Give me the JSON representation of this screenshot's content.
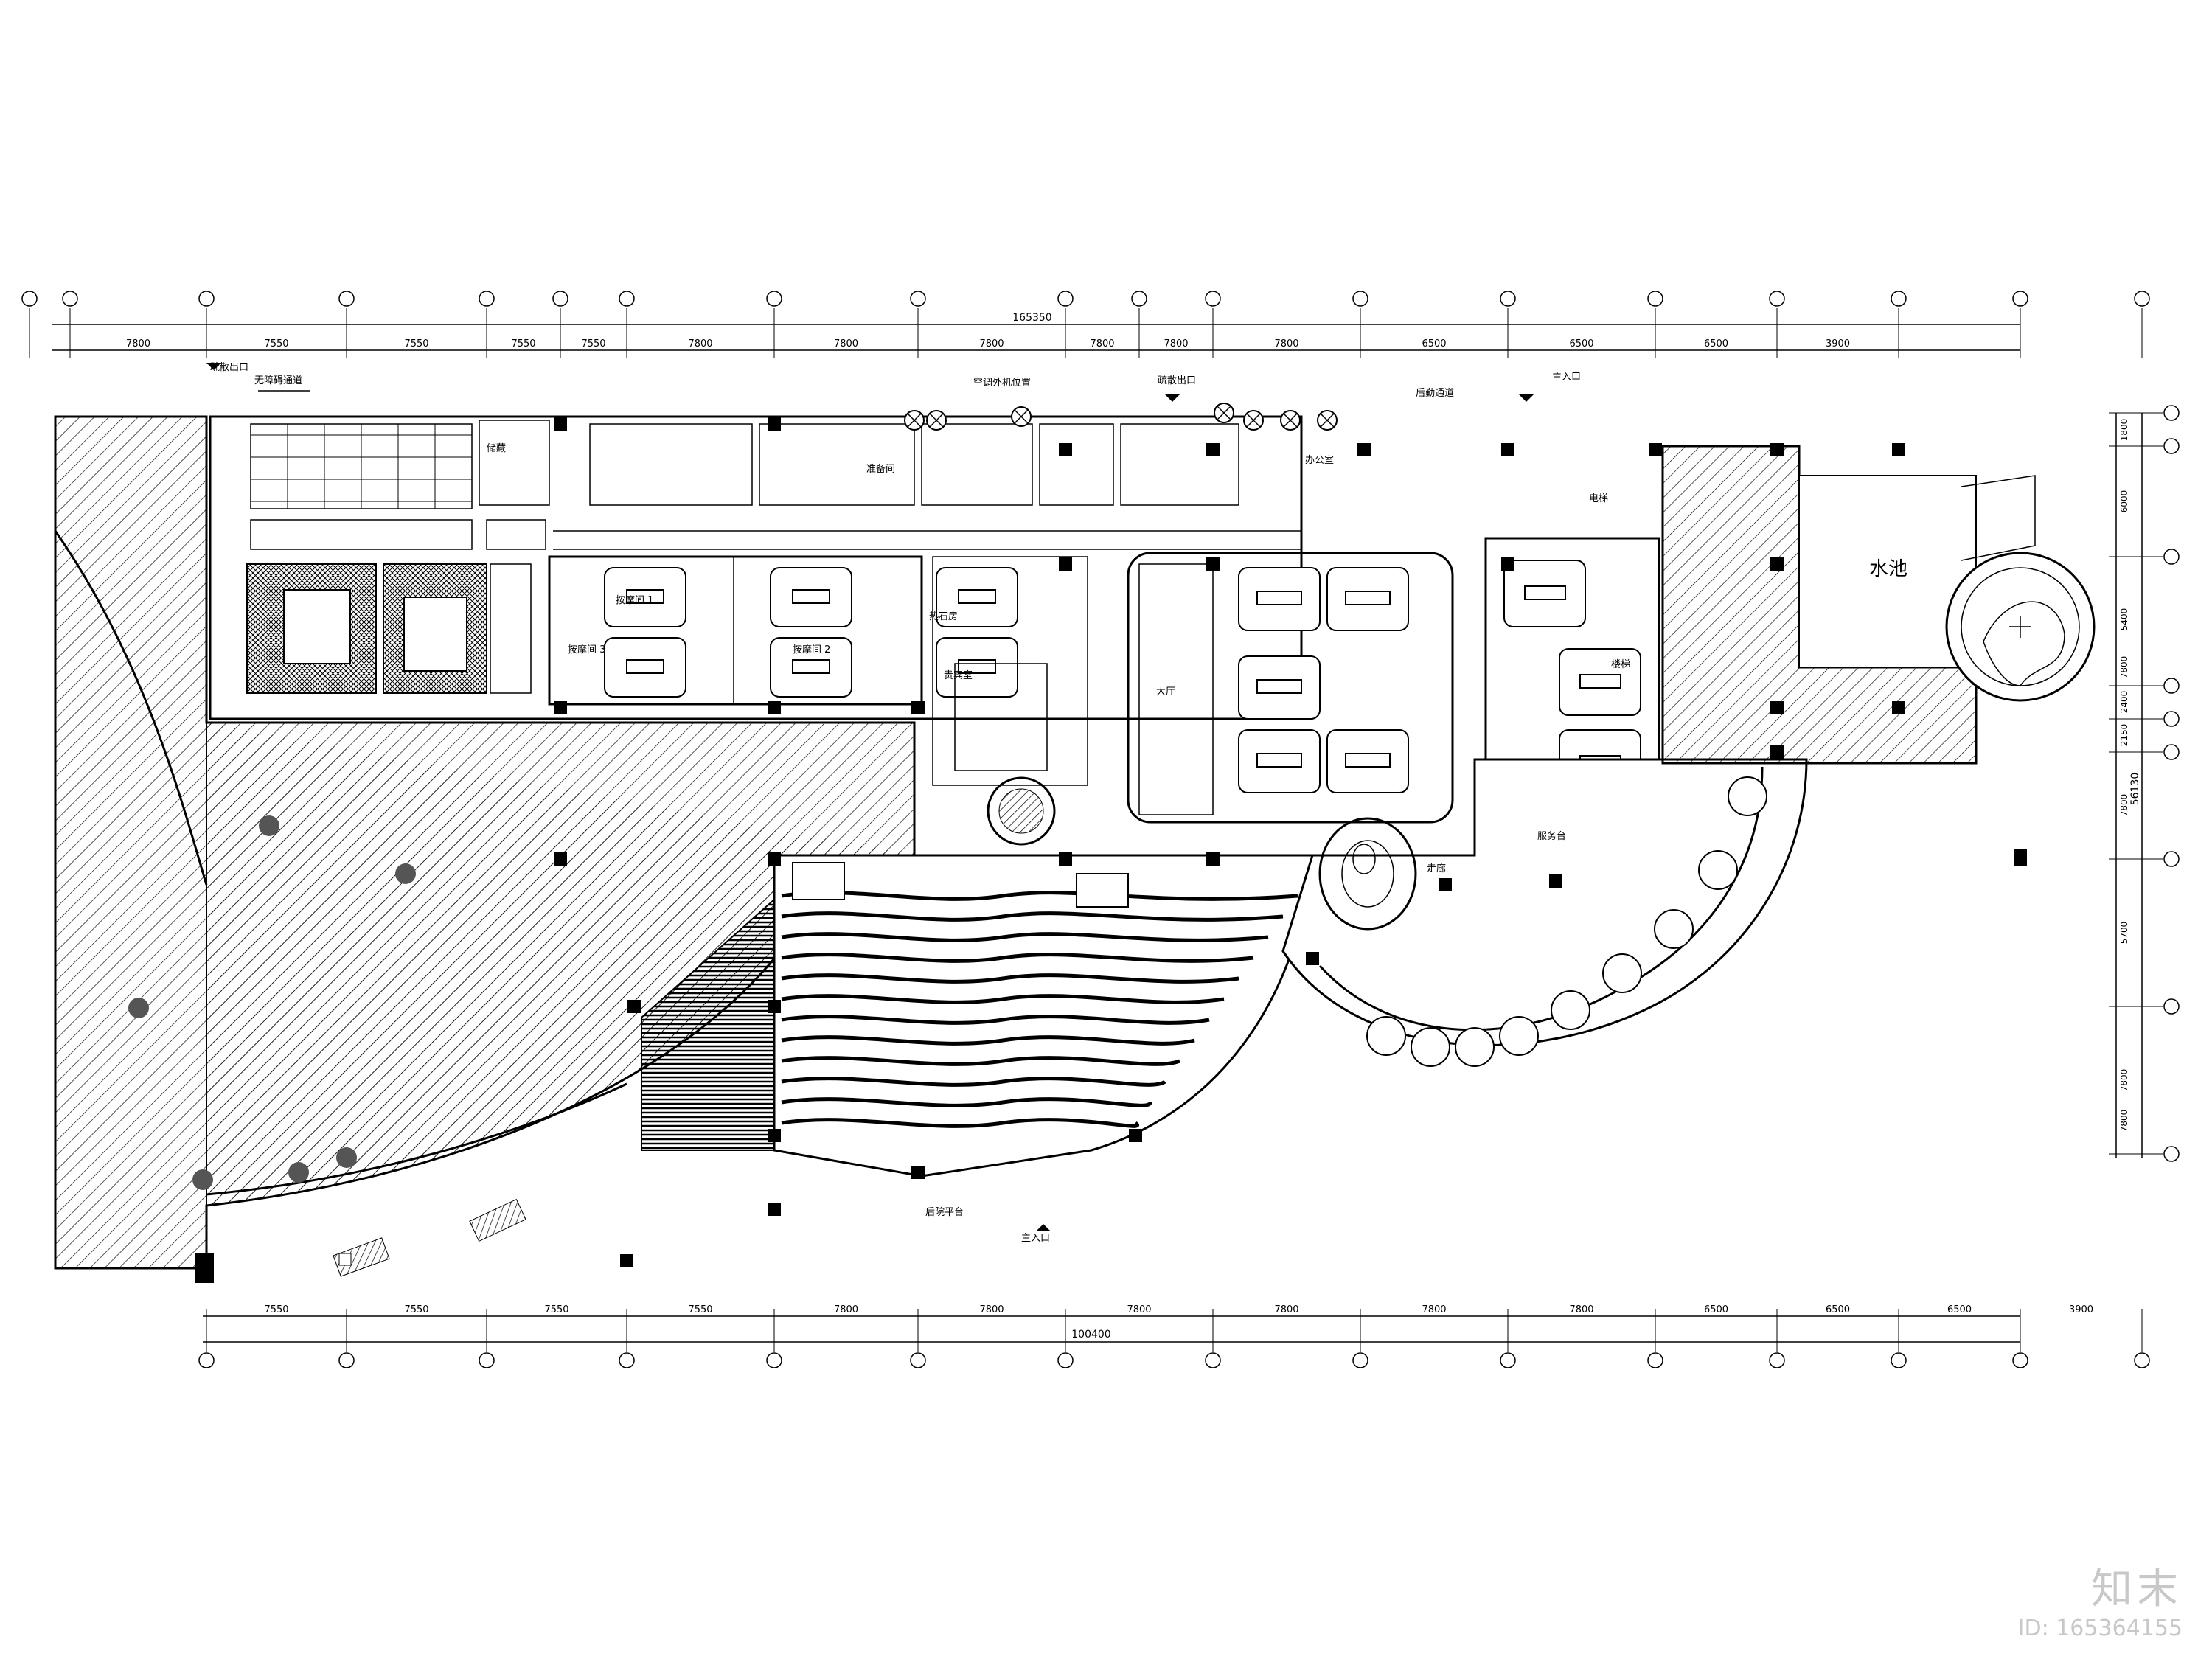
{
  "drawing": {
    "total_top": "165350",
    "total_bottom": "100400",
    "dims_top": [
      "7800",
      "7550",
      "7550",
      "7550",
      "7550",
      "7800",
      "7800",
      "7800",
      "7800",
      "7800",
      "7800",
      "6500",
      "6500",
      "6500",
      "3900"
    ],
    "dims_bottom": [
      "7550",
      "7550",
      "7550",
      "7550",
      "7800",
      "7800",
      "7800",
      "7800",
      "7800",
      "7800",
      "6500",
      "6500",
      "6500",
      "3900"
    ],
    "dims_right": [
      "1800",
      "6000",
      "5400",
      "7800",
      "2400",
      "2150",
      "7800",
      "5700",
      "7800",
      "7800"
    ],
    "total_right": "56130"
  },
  "labels": {
    "entry1": "疏散出口",
    "corridor": "无障碍通道",
    "hvac_platform": "空调外机位置",
    "entry2": "疏散出口",
    "service_passage": "后勤通道",
    "main_entry": "主入口",
    "pool": "水池",
    "center_hall": "大厅",
    "front_desk": "服务台",
    "walkway": "走廊",
    "rear_platform": "后院平台",
    "main_entry2": "主入口",
    "massage1": "按摩间 1",
    "massage2": "按摩间 2",
    "massage3": "按摩间 3",
    "vip1": "贵宾室",
    "storage": "储藏",
    "prep": "准备间",
    "office": "办公室",
    "hot_room": "热石房",
    "lift": "电梯",
    "stair": "楼梯"
  },
  "watermark": {
    "logo": "知末",
    "id": "ID: 165364155"
  }
}
